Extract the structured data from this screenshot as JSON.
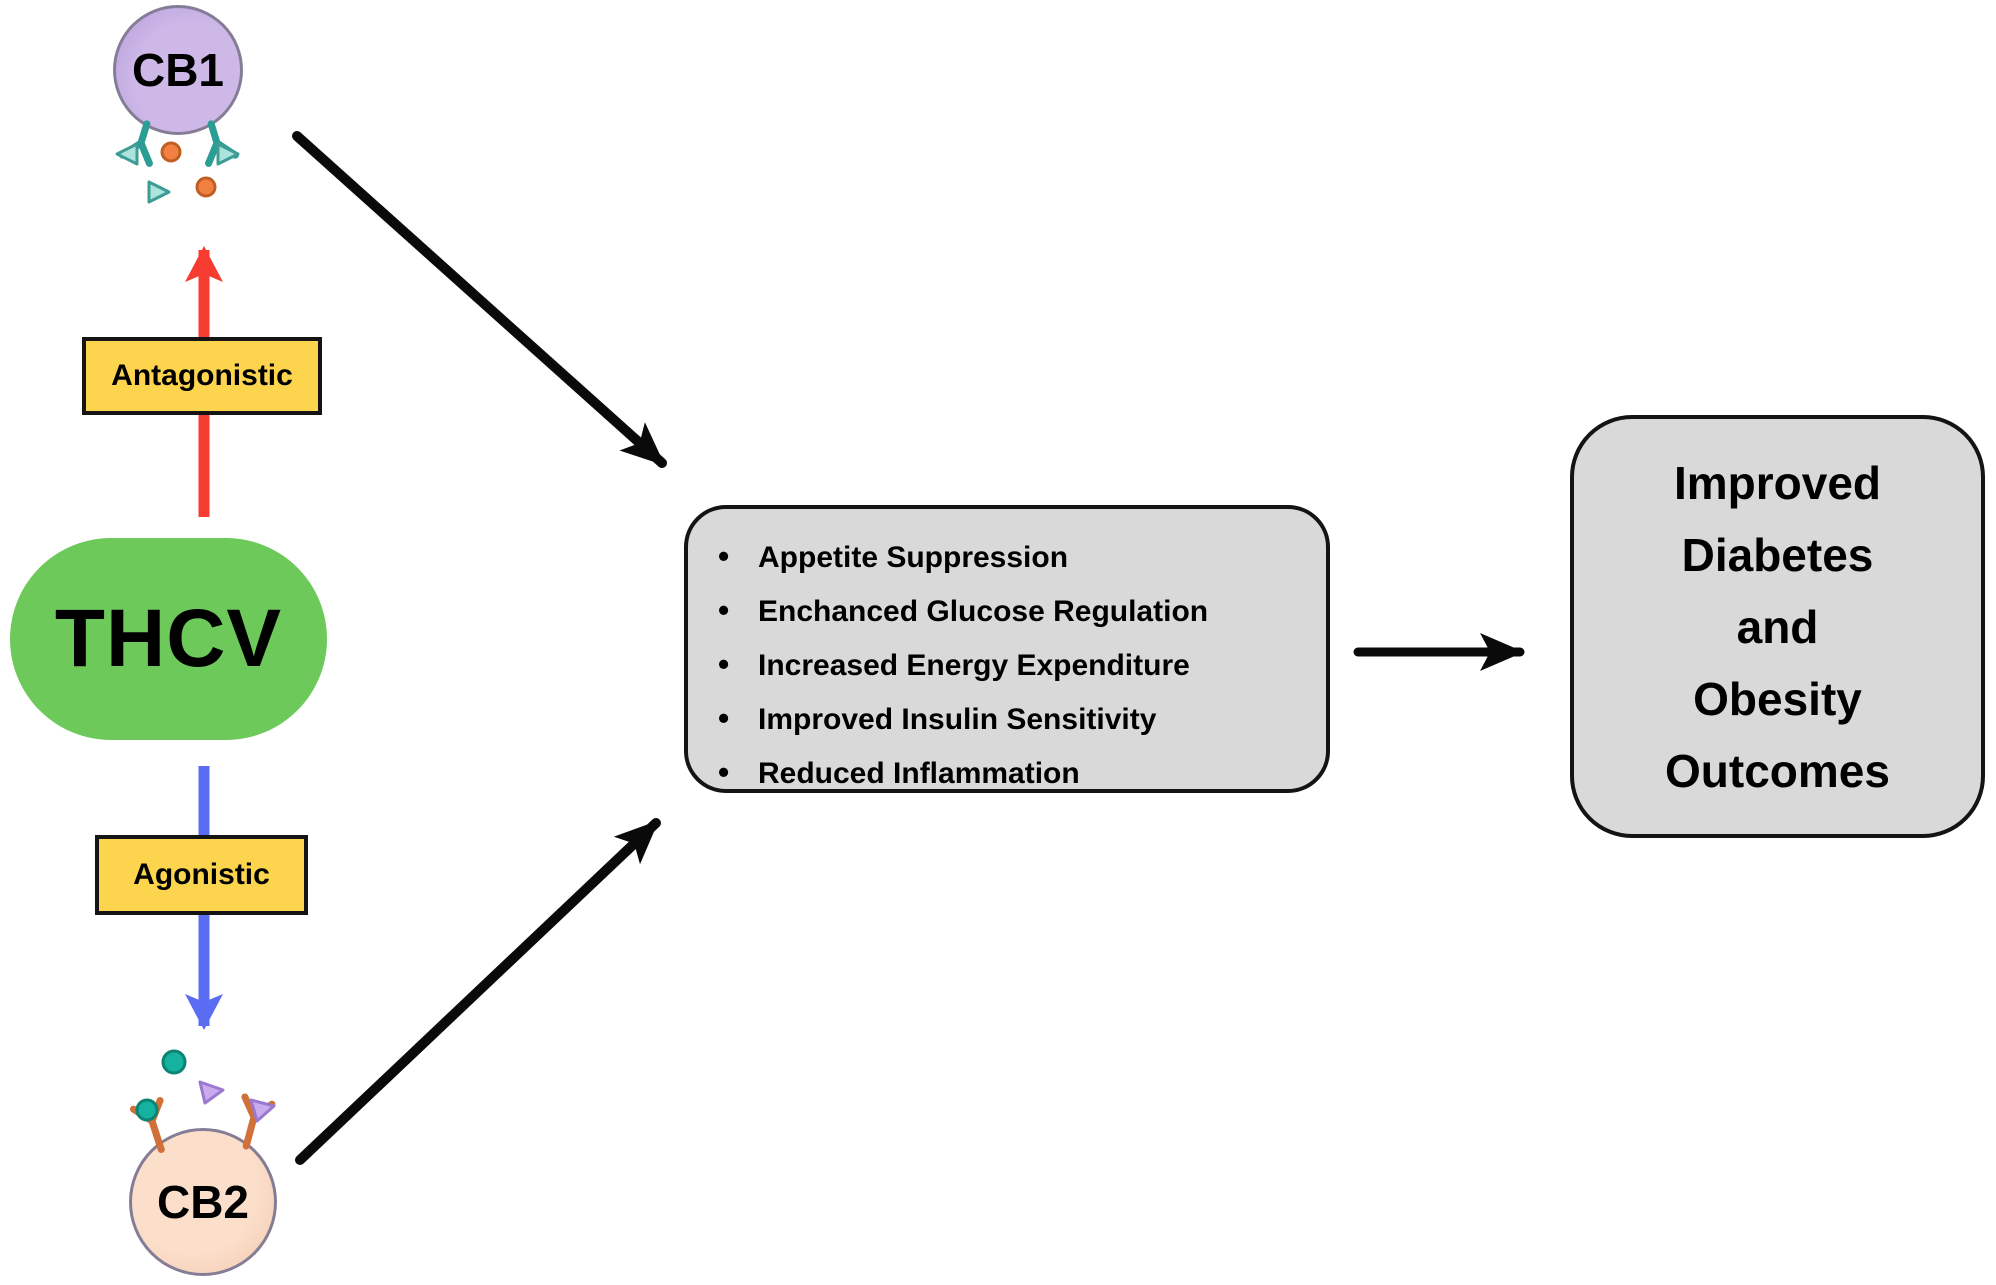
{
  "cb1": {
    "label": "CB1"
  },
  "cb2": {
    "label": "CB2"
  },
  "thcv": {
    "label": "THCV"
  },
  "antagonistic": {
    "label": "Antagonistic"
  },
  "agonistic": {
    "label": "Agonistic"
  },
  "effects": {
    "items": [
      "Appetite Suppression",
      "Enchanced Glucose Regulation",
      "Increased Energy Expenditure",
      "Improved Insulin Sensitivity",
      "Reduced Inflammation"
    ]
  },
  "outcome": {
    "lines": [
      "Improved",
      "Diabetes",
      "and",
      "Obesity",
      "Outcomes"
    ],
    "text": "Improved Diabetes and Obesity Outcomes"
  },
  "icons": {
    "cb1_receptor": "y-receptor-icon",
    "cb2_receptor": "y-receptor-icon",
    "cb1_ligands": [
      "teal-triangle-ligand-icon",
      "orange-dot-ligand-icon"
    ],
    "cb2_ligands": [
      "teal-dot-ligand-icon",
      "purple-triangle-ligand-icon"
    ]
  },
  "colors": {
    "cb1_fill": "#c9b2e5",
    "cb2_fill": "#fad9c3",
    "thcv_fill": "#6cc95a",
    "label_box_fill": "#fcd44d",
    "gray_box_fill": "#d9d9d9",
    "antagonistic_arrow": "#f63b30",
    "agonistic_arrow": "#5a6cf2",
    "flow_arrow": "#0a0a0a",
    "teal_receptor": "#2a9d94",
    "orange_receptor": "#d2703a",
    "teal_ligand": "#16b2a0",
    "orange_ligand": "#f08140",
    "purple_ligand": "#cbabf0"
  }
}
